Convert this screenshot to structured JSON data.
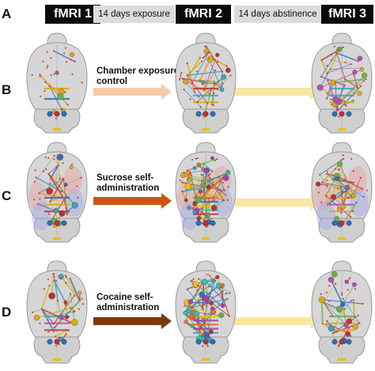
{
  "header": {
    "panel_letter": "A",
    "timepoints": [
      "fMRI 1",
      "fMRI 2",
      "fMRI 3"
    ],
    "intervals": [
      "14 days exposure",
      "14 days abstinence"
    ]
  },
  "rows": [
    {
      "letter": "B",
      "label": "Chamber exposure\ncontrol",
      "arrow1_color": "#f8c8a8",
      "arrow2_color": "#fae6a3"
    },
    {
      "letter": "C",
      "label": "Sucrose self-\nadministration",
      "arrow1_color": "#c8570f",
      "arrow2_color": "#fae6a3"
    },
    {
      "letter": "D",
      "label": "Cocaine self-\nadministration",
      "arrow1_color": "#7a3a10",
      "arrow2_color": "#fae6a3"
    }
  ],
  "colors": {
    "header_dark": "#0b0b0b",
    "header_light": "#dcdcdc",
    "brain_fill": "#d6d6d6",
    "brain_outline": "#9a9a9a"
  }
}
